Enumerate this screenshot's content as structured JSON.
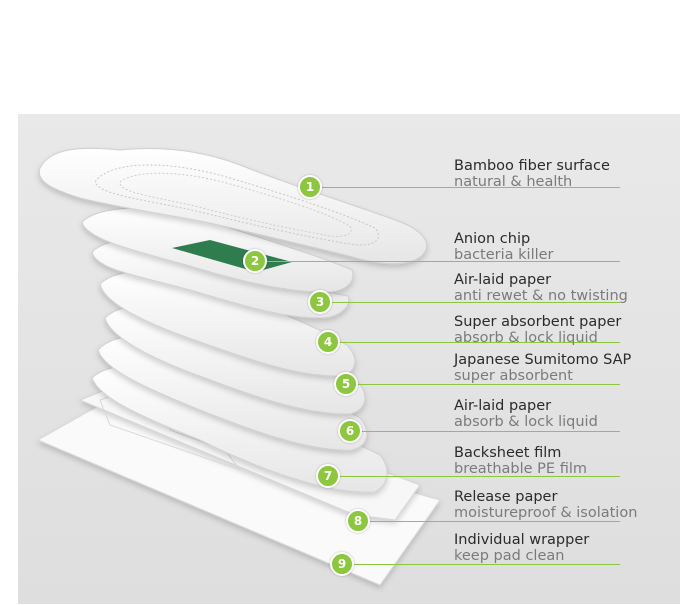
{
  "colors": {
    "accent": "#8dc63f",
    "anion_strip": "#2f7d4f",
    "panel": "#e5e5e5"
  },
  "layers": [
    {
      "number": "1",
      "title": "Bamboo fiber surface",
      "subtitle": "natural & health"
    },
    {
      "number": "2",
      "title": "Anion chip",
      "subtitle": "bacteria killer"
    },
    {
      "number": "3",
      "title": "Air-laid paper",
      "subtitle": "anti rewet & no twisting"
    },
    {
      "number": "4",
      "title": "Super absorbent paper",
      "subtitle": "absorb & lock liquid"
    },
    {
      "number": "5",
      "title": "Japanese Sumitomo SAP",
      "subtitle": "super absorbent"
    },
    {
      "number": "6",
      "title": "Air-laid paper",
      "subtitle": "absorb & lock liquid"
    },
    {
      "number": "7",
      "title": "Backsheet film",
      "subtitle": "breathable PE film"
    },
    {
      "number": "8",
      "title": "Release paper",
      "subtitle": "moistureproof & isolation"
    },
    {
      "number": "9",
      "title": "Individual wrapper",
      "subtitle": "keep pad clean"
    }
  ]
}
